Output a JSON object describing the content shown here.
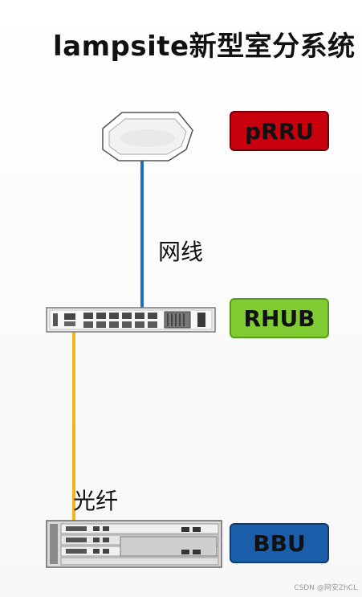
{
  "title": "lampsite新型室分系统",
  "nodes": {
    "prru": {
      "label": "pRRU",
      "color": "#c8000d"
    },
    "rhub": {
      "label": "RHUB",
      "color": "#7fcd32"
    },
    "bbu": {
      "label": "BBU",
      "color": "#1b5ea9"
    }
  },
  "links": {
    "network_cable": {
      "label": "网线",
      "color": "#1b6fc4"
    },
    "optical_fiber": {
      "label": "光纤",
      "color": "#f2b416"
    }
  },
  "watermark": "CSDN @网安ZhCL"
}
